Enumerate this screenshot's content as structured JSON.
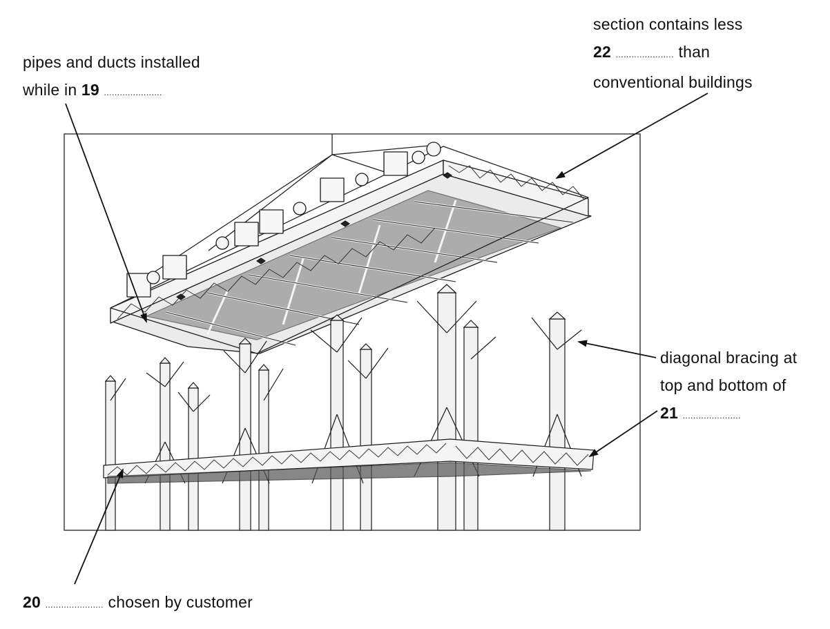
{
  "annotations": {
    "q19": {
      "line1": "pipes and ducts installed",
      "prefix": "while in",
      "number": "19",
      "blank": "......................"
    },
    "q20": {
      "number": "20",
      "blank": "......................",
      "suffix": "chosen by customer"
    },
    "q21": {
      "line1": "diagonal bracing at",
      "line2": "top and bottom of",
      "number": "21",
      "blank": "......................"
    },
    "q22": {
      "line1": "section contains less",
      "number": "22",
      "blank": "......................",
      "suffix": "than",
      "line3": "conventional buildings"
    }
  },
  "figure": {
    "subject": "prefabricated building module lifted above column frame",
    "style": "line-drawing",
    "stroke_color": "#1a1a1a",
    "fill_light": "#f2f2f2",
    "fill_dark": "#6a6a6a"
  }
}
